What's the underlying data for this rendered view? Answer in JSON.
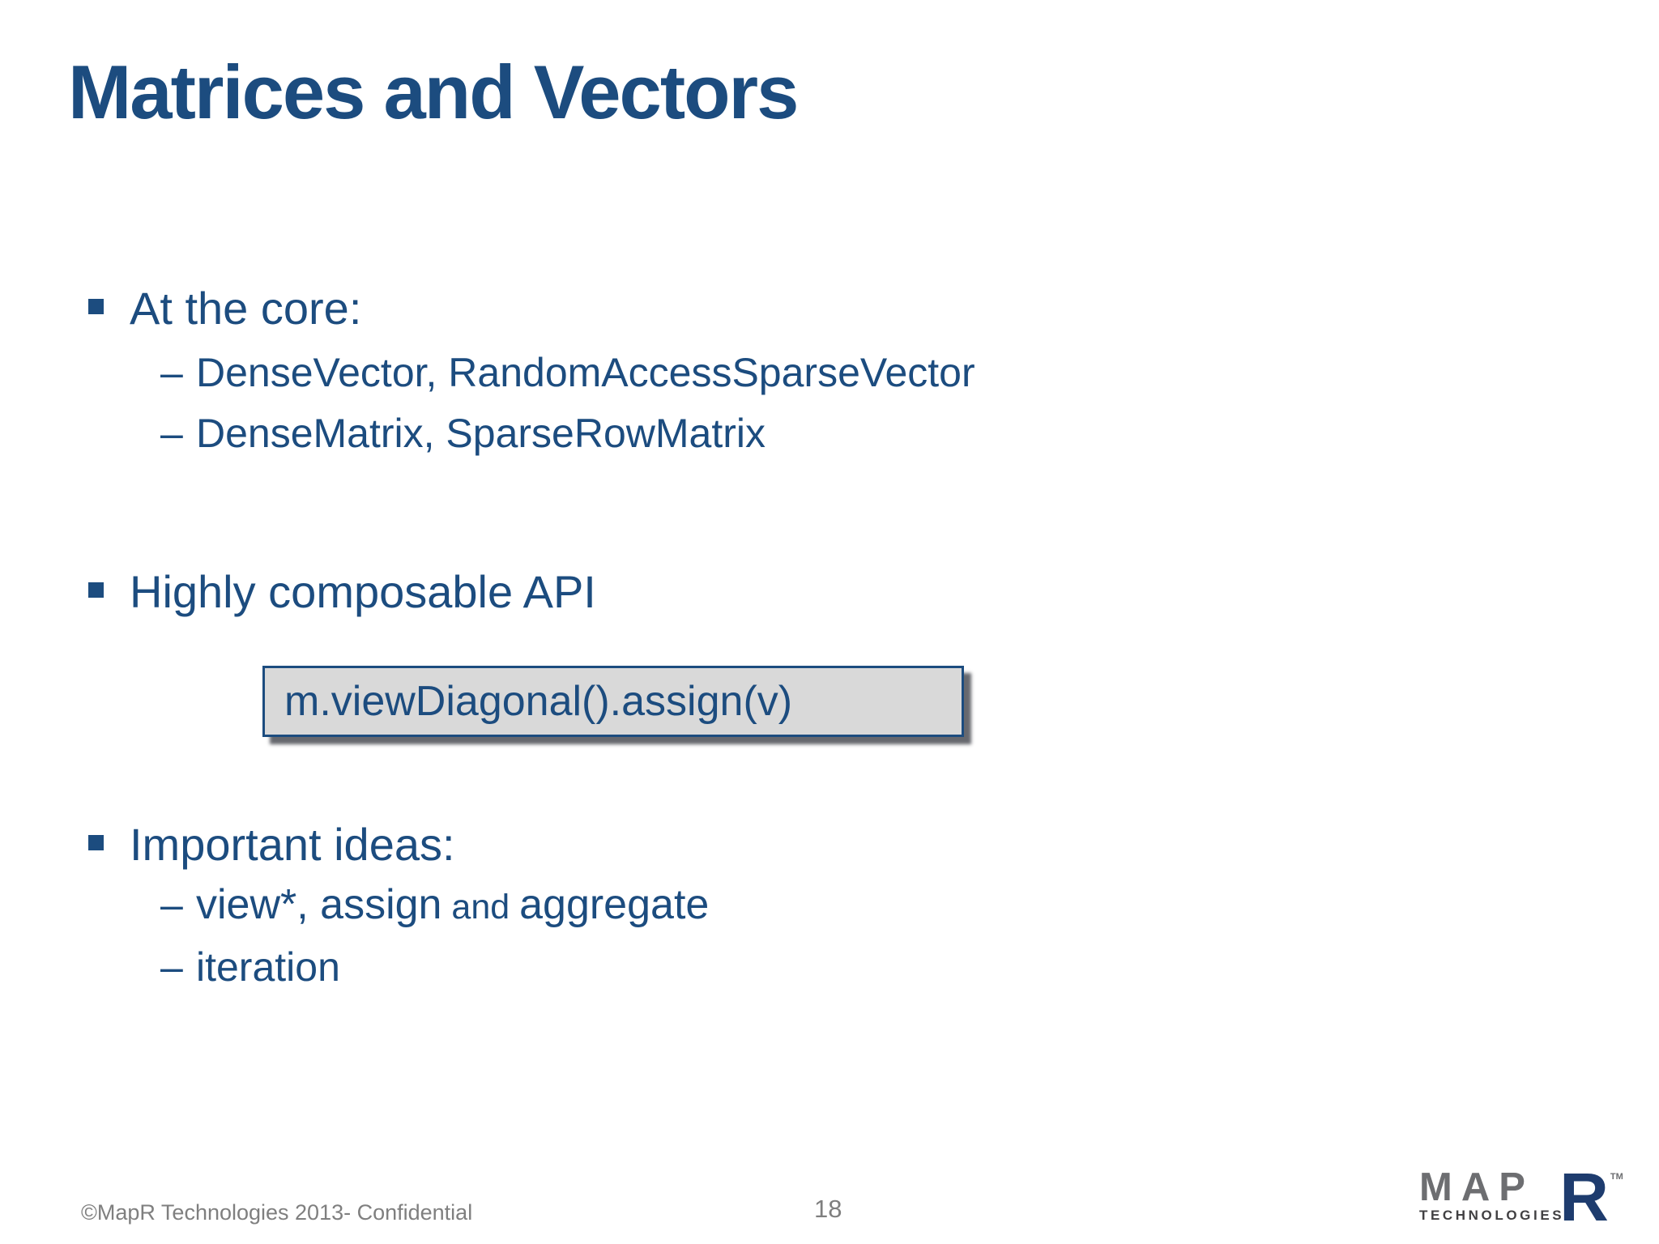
{
  "slide": {
    "title": "Matrices and Vectors",
    "sub_marker": "–",
    "sections": {
      "core": {
        "label": "At the core:",
        "subs": [
          "DenseVector, RandomAccessSparseVector",
          "DenseMatrix, SparseRowMatrix"
        ]
      },
      "api": {
        "label": "Highly composable API",
        "code": "m.viewDiagonal().assign(v)"
      },
      "ideas": {
        "label": "Important ideas:",
        "sub1_parts": [
          "view*, assign",
          " and ",
          "aggregate"
        ],
        "sub2": "iteration"
      }
    },
    "footer": {
      "copyright": "©MapR Technologies 2013- Confidential",
      "page_number": "18"
    },
    "logo": {
      "word_map": "MAP",
      "word_r": "R",
      "tm": "TM",
      "word_technologies": "TECHNOLOGIES"
    },
    "colors": {
      "text_blue": "#1C4C7F",
      "code_box_bg": "#D9D9D9",
      "code_box_border": "#1C4C7F",
      "footer_gray": "#7F7F7F",
      "logo_gray": "#6D6E71",
      "logo_navy": "#1E3C6E",
      "logo_dark_gray": "#414042",
      "background": "#FFFFFF"
    }
  }
}
